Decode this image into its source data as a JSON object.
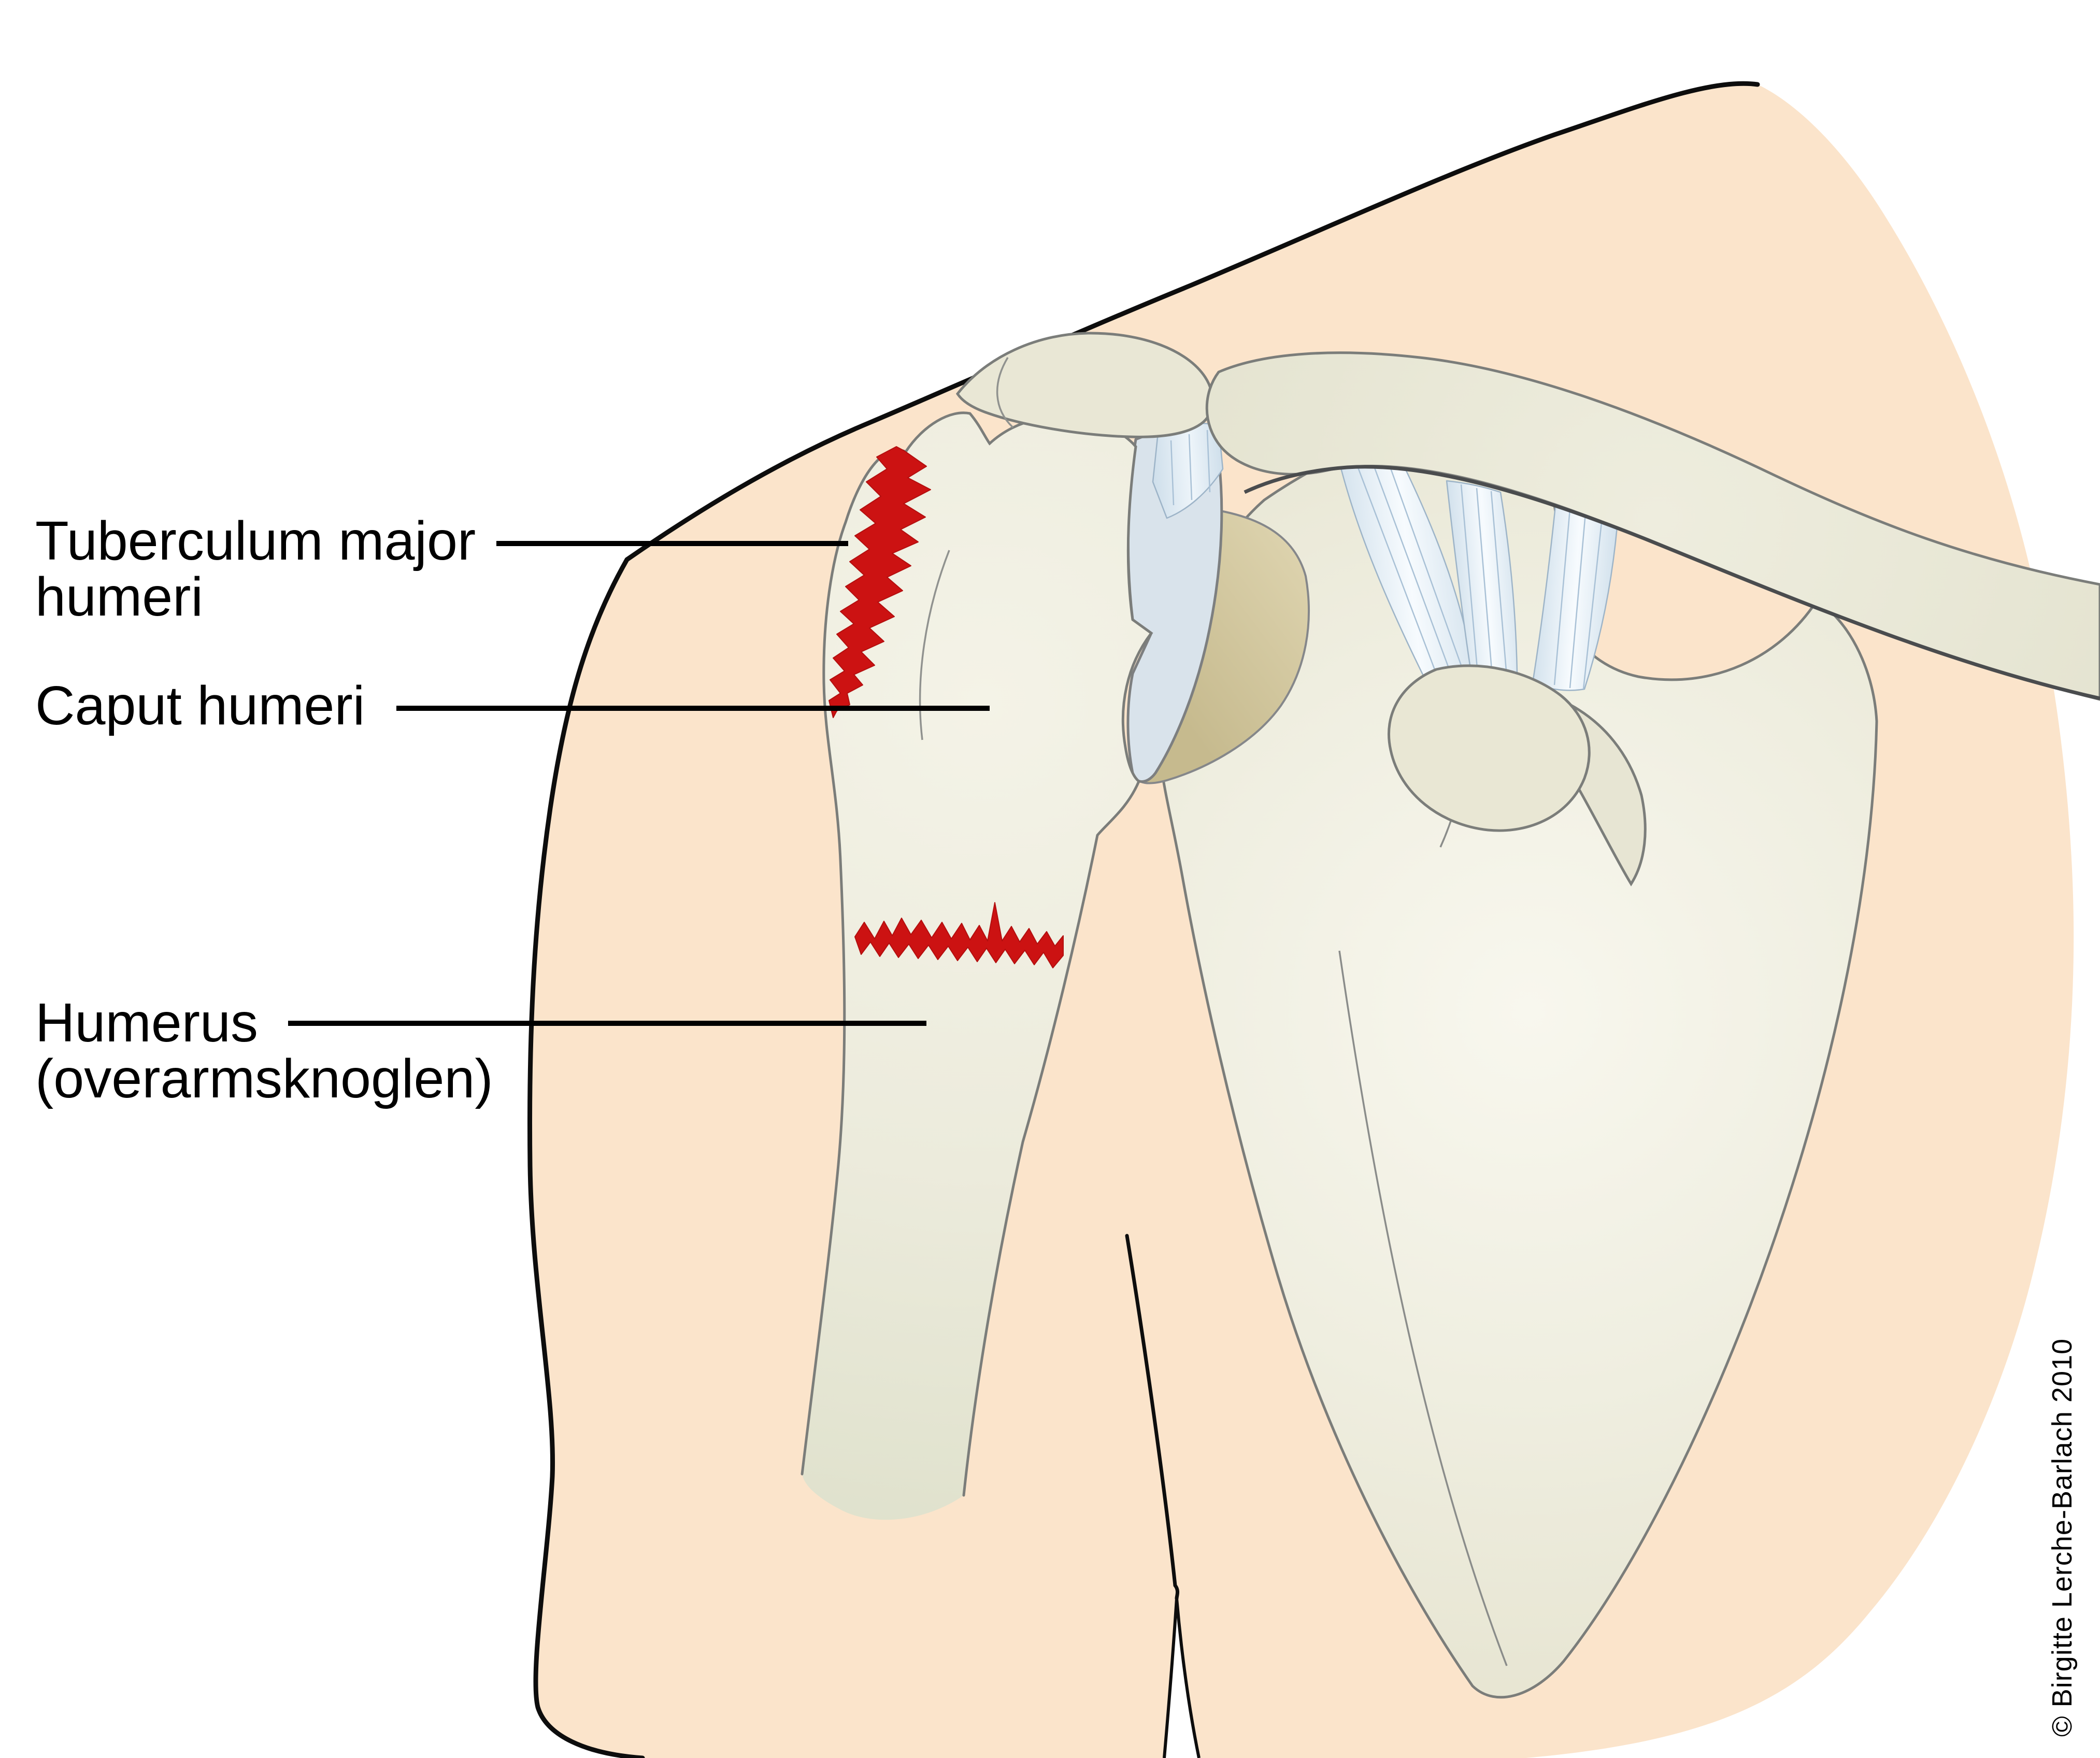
{
  "figure": {
    "type": "medical-illustration",
    "subject": "Shoulder joint with proximal humerus fracture lines",
    "labels": {
      "tuberculum": {
        "line1": "Tuberculum major",
        "line2": "humeri"
      },
      "caput": {
        "text": "Caput humeri"
      },
      "humerus": {
        "line1": "Humerus",
        "line2": "(overarmsknoglen)"
      }
    },
    "copyright": "© Birgitte Lerche-Barlach 2010",
    "colors": {
      "skin": "#fbe4cb",
      "bone_fill": "#e9e7d5",
      "bone_highlight": "#f6f5ea",
      "bone_outline": "#7b7d7a",
      "cartilage": "#d9e3eb",
      "glenoid_fossa": "#d2c79c",
      "ligament": "#dbe7f1",
      "ligament_fiber": "#a9c1d6",
      "fracture_red": "#cc1212",
      "outline_black": "#000000"
    }
  }
}
